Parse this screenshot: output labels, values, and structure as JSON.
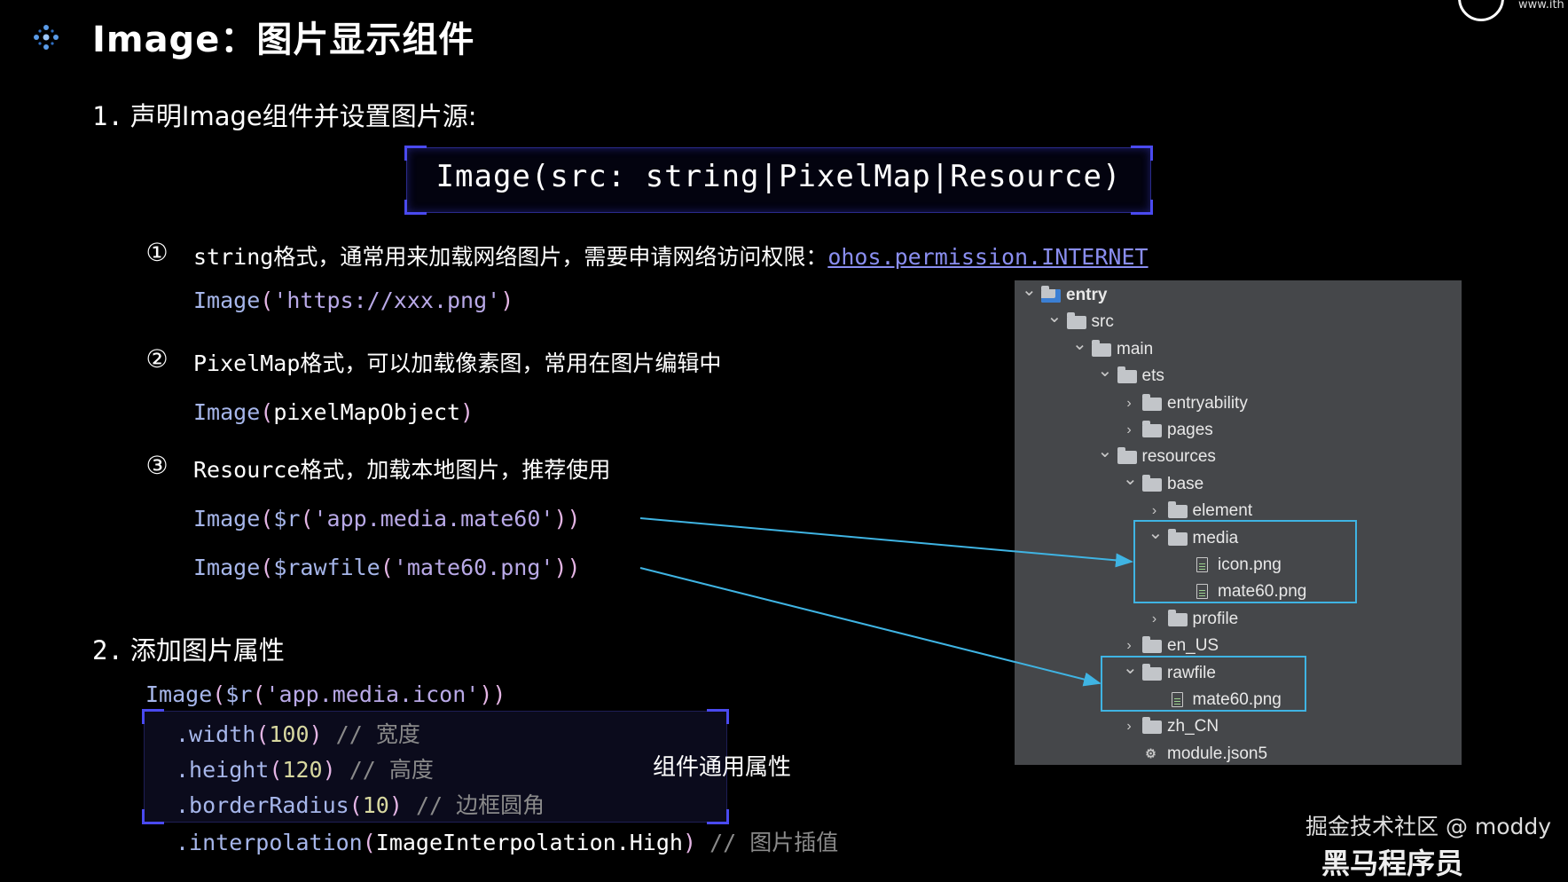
{
  "slide": {
    "title_icon": "sparkle-icon",
    "title": "Image：图片显示组件",
    "brand_url": "www.ith"
  },
  "section1": {
    "number": "1.",
    "heading": "声明Image组件并设置图片源:",
    "signature": "Image(src: string|PixelMap|Resource)",
    "items": [
      {
        "marker": "①",
        "desc_mono": "string",
        "desc_text": "格式，通常用来加载网络图片，需要申请网络访问权限：",
        "link": "ohos.permission.INTERNET",
        "code": [
          {
            "fn": "Image",
            "open": "(",
            "arg": "'https://xxx.png'",
            "close": ")"
          }
        ]
      },
      {
        "marker": "②",
        "desc_mono": "PixelMap",
        "desc_text": "格式，可以加载像素图，常用在图片编辑中",
        "code": [
          {
            "fn": "Image",
            "open": "(",
            "arg": "pixelMapObject",
            "close": ")"
          }
        ]
      },
      {
        "marker": "③",
        "desc_mono": "Resource",
        "desc_text": "格式，加载本地图片，推荐使用",
        "code": [
          {
            "fn": "Image",
            "open": "(",
            "inner_fn": "$r",
            "inner_open": "(",
            "arg": "'app.media.mate60'",
            "inner_close": ")",
            "close": ")"
          },
          {
            "fn": "Image",
            "open": "(",
            "inner_fn": "$rawfile",
            "inner_open": "(",
            "arg": "'mate60.png'",
            "inner_close": ")",
            "close": ")"
          }
        ]
      }
    ]
  },
  "section2": {
    "number": "2.",
    "heading": "添加图片属性",
    "code_first": {
      "fn": "Image",
      "open": "(",
      "inner_fn": "$r",
      "inner_open": "(",
      "arg": "'app.media.icon'",
      "inner_close": ")",
      "close": ")"
    },
    "props": [
      {
        "method": ".width",
        "open": "(",
        "value": "100",
        "close": ")",
        "comment_prefix": "// ",
        "comment": "宽度"
      },
      {
        "method": ".height",
        "open": "(",
        "value": "120",
        "close": ")",
        "comment_prefix": "// ",
        "comment": "高度"
      },
      {
        "method": ".borderRadius",
        "open": "(",
        "value": "10",
        "close": ")",
        "comment_prefix": "// ",
        "comment": "边框圆角"
      },
      {
        "method": ".interpolation",
        "open": "(",
        "value": "ImageInterpolation.High",
        "close": ")",
        "comment_prefix": "// ",
        "comment": "图片插值"
      }
    ],
    "props_label": "组件通用属性"
  },
  "tree": {
    "items": [
      {
        "label": "entry",
        "type": "module-folder",
        "expanded": true
      },
      {
        "label": "src",
        "type": "folder",
        "expanded": true
      },
      {
        "label": "main",
        "type": "folder",
        "expanded": true
      },
      {
        "label": "ets",
        "type": "folder",
        "expanded": true
      },
      {
        "label": "entryability",
        "type": "folder",
        "expanded": false
      },
      {
        "label": "pages",
        "type": "folder",
        "expanded": false
      },
      {
        "label": "resources",
        "type": "folder",
        "expanded": true
      },
      {
        "label": "base",
        "type": "folder",
        "expanded": true
      },
      {
        "label": "element",
        "type": "folder",
        "expanded": false
      },
      {
        "label": "media",
        "type": "folder",
        "expanded": true
      },
      {
        "label": "icon.png",
        "type": "file"
      },
      {
        "label": "mate60.png",
        "type": "file"
      },
      {
        "label": "profile",
        "type": "folder",
        "expanded": false
      },
      {
        "label": "en_US",
        "type": "folder",
        "expanded": false
      },
      {
        "label": "rawfile",
        "type": "folder",
        "expanded": true
      },
      {
        "label": "mate60.png",
        "type": "file"
      },
      {
        "label": "zh_CN",
        "type": "folder",
        "expanded": false
      },
      {
        "label": "module.json5",
        "type": "json-file"
      }
    ]
  },
  "watermark": {
    "text": "掘金技术社区 @ moddy",
    "brand": "黑马程序员"
  },
  "colors": {
    "background": "#000000",
    "code_function": "#a6b6ea",
    "code_string": "#b9a9e7",
    "code_number": "#d8d8a0",
    "code_comment": "#8a8a8a",
    "link": "#8a8ef0",
    "tree_background": "#45474a",
    "highlight": "#3fb4e3",
    "box_corner": "#4a4af0"
  }
}
